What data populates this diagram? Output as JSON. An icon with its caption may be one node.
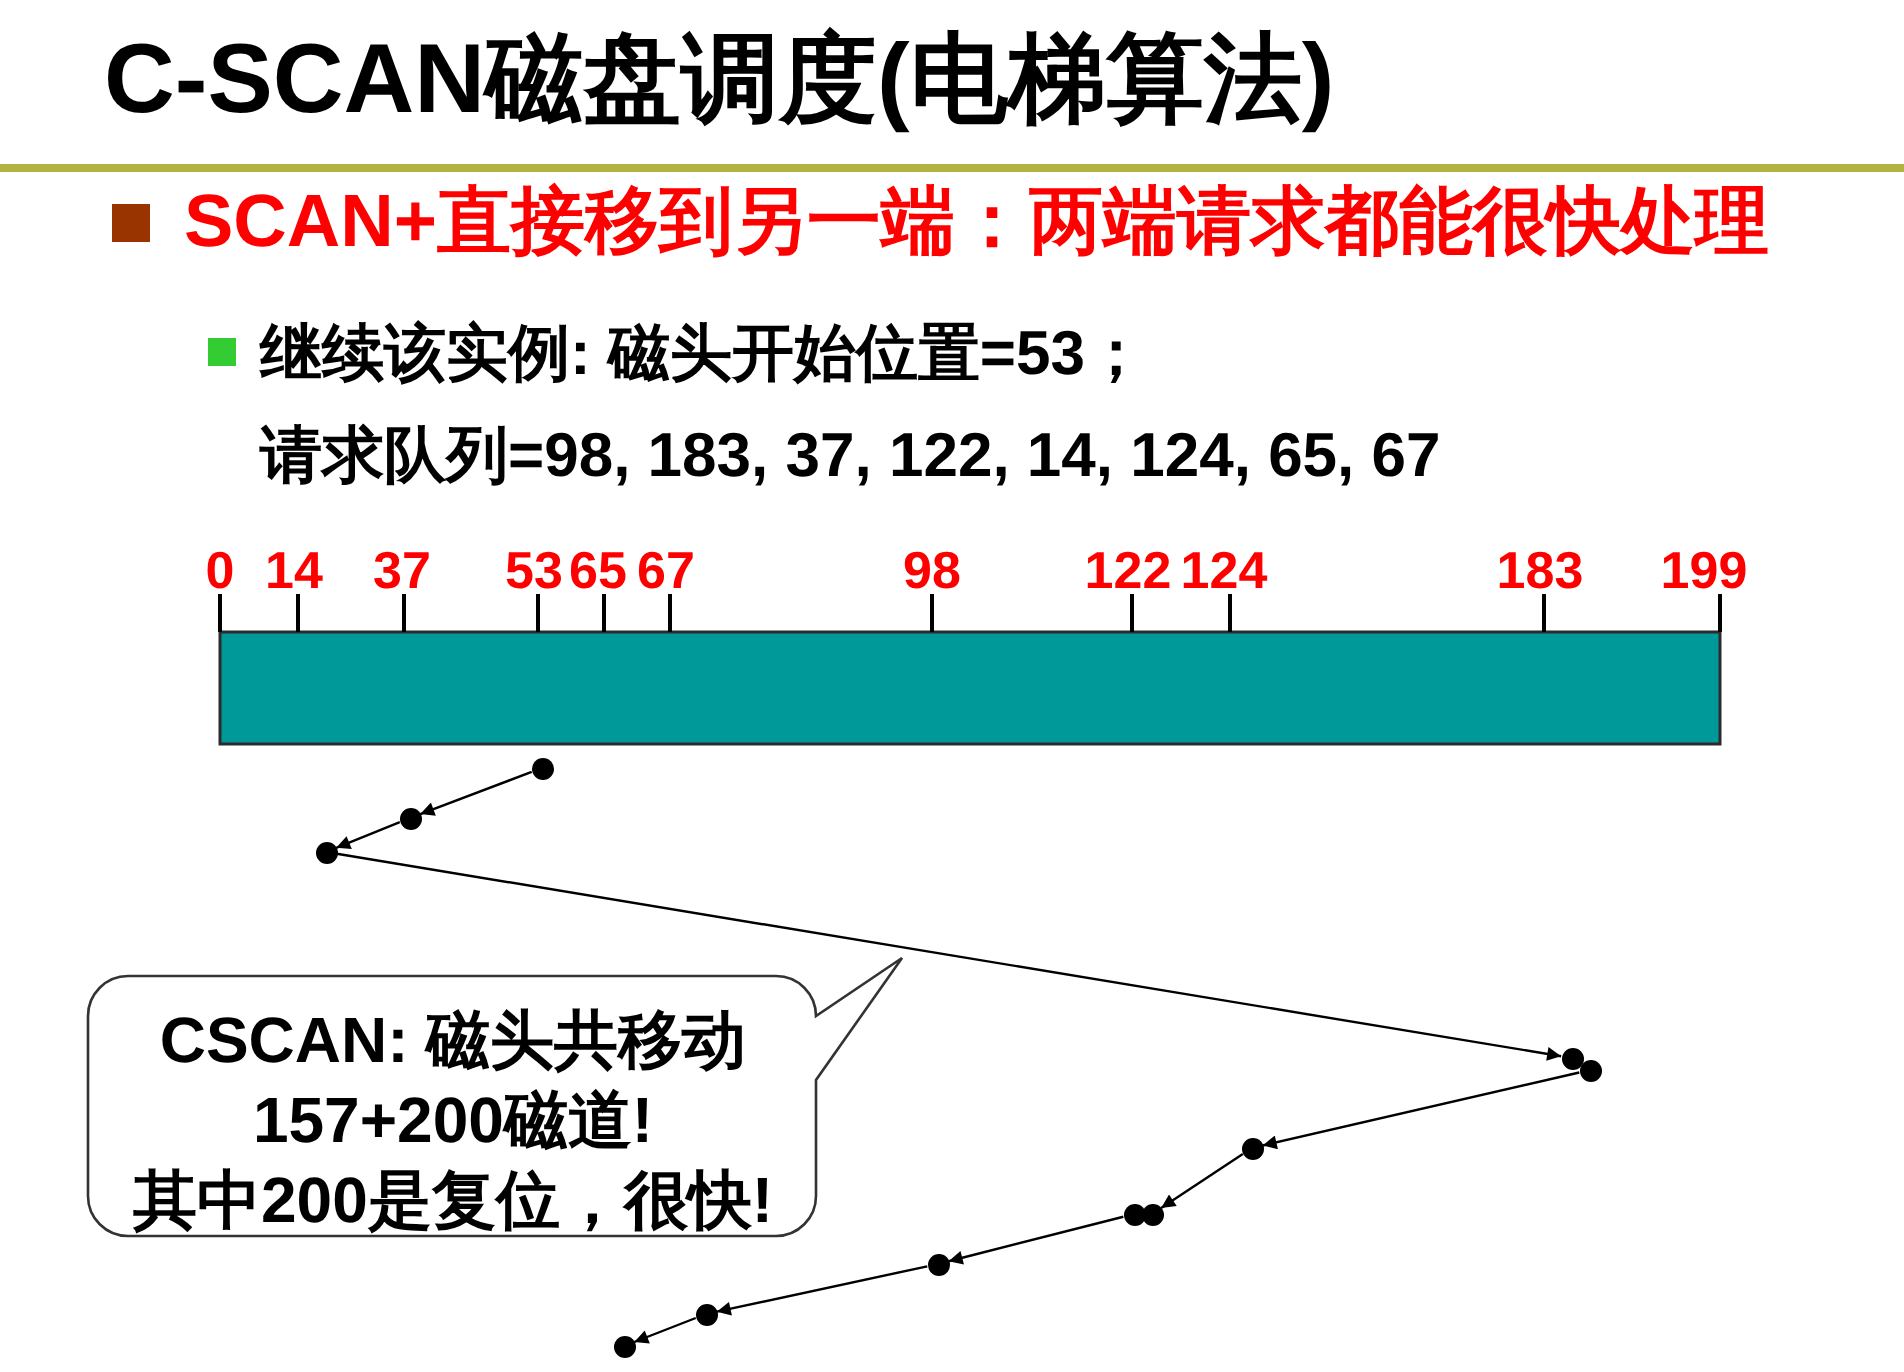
{
  "diagram": {
    "title": "C-SCAN磁盘调度(电梯算法)",
    "nodes": [
      {
        "text": [],
        "shape": "circle"
      },
      {
        "text": [],
        "shape": "circle"
      },
      {
        "text": [],
        "shape": "circle"
      },
      {
        "text": [],
        "shape": "circle"
      },
      {
        "text": [],
        "shape": "circle"
      },
      {
        "text": [],
        "shape": "circle"
      },
      {
        "text": [],
        "shape": "circle"
      },
      {
        "text": [],
        "shape": "circle"
      },
      {
        "text": [],
        "shape": "circle"
      },
      {
        "text": [],
        "shape": "circle"
      },
      {
        "text": [],
        "shape": "circle"
      },
      {
        "text": [
          "CSCAN: 磁头共移动 157+200磁道! 其中200是复位，很快!"
        ]
      }
    ],
    "edges": [
      {
        "from": 0,
        "to": 1,
        "arrow": "to"
      },
      {
        "from": 1,
        "to": 2,
        "arrow": "to"
      },
      {
        "from": 2,
        "to": 3,
        "arrow": "to"
      },
      {
        "from": 4,
        "to": 5,
        "arrow": "to"
      },
      {
        "from": 5,
        "to": 6,
        "arrow": "to"
      },
      {
        "from": 7,
        "to": 8,
        "arrow": "to"
      },
      {
        "from": 8,
        "to": 9,
        "arrow": "to"
      },
      {
        "from": 9,
        "to": 10,
        "arrow": "to"
      }
    ],
    "labels": [
      "SCAN+直接移到另一端：两端请求都能很快处理",
      "继续该实例: 磁头开始位置=53；",
      "请求队列=98, 183, 37, 122, 14, 124, 65, 67",
      "0",
      "14",
      "37",
      "53",
      "65",
      "67",
      "98",
      "122",
      "124",
      "183",
      "199"
    ]
  }
}
